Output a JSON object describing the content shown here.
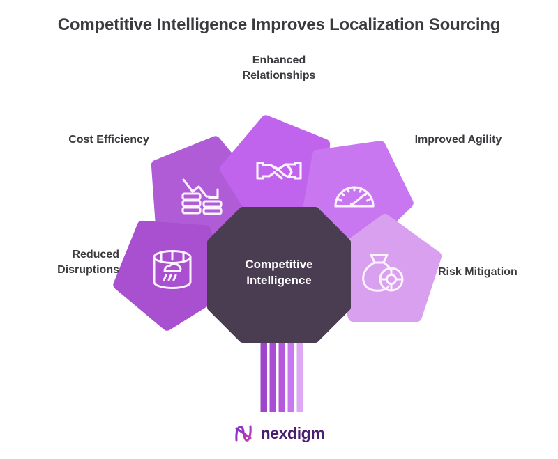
{
  "title": "Competitive Intelligence Improves Localization Sourcing",
  "center": {
    "label": "Competitive\nIntelligence",
    "shape": "octagon",
    "color": "#4a3d52",
    "text_color": "#ffffff"
  },
  "nodes": [
    {
      "id": "cost-efficiency",
      "label": "Cost Efficiency",
      "icon": "declining-cost-chart-icon",
      "color": "#b05cd6",
      "shape": "pentagon",
      "rotation_deg": -58
    },
    {
      "id": "enhanced-relationships",
      "label": "Enhanced\nRelationships",
      "icon": "handshake-icon",
      "color": "#c064ee",
      "shape": "pentagon",
      "rotation_deg": -14
    },
    {
      "id": "improved-agility",
      "label": "Improved Agility",
      "icon": "speedometer-icon",
      "color": "#c877f0",
      "shape": "pentagon",
      "rotation_deg": 28
    },
    {
      "id": "reduced-disruptions",
      "label": "Reduced\nDisruptions",
      "icon": "storm-barrel-icon",
      "color": "#a850cf",
      "shape": "pentagon",
      "rotation_deg": -104
    },
    {
      "id": "risk-mitigation",
      "label": "Risk Mitigation",
      "icon": "money-bag-lifebuoy-icon",
      "color": "#d9a0f0",
      "shape": "pentagon",
      "rotation_deg": 72
    }
  ],
  "stem": {
    "bar_colors": [
      "#9e45c9",
      "#a94ed4",
      "#b558de",
      "#c979f0",
      "#dda8f4"
    ]
  },
  "brand": {
    "name": "nexdigm",
    "mark": "nexdigm-n-logo-icon",
    "color": "#4b1f6f",
    "mark_gradient": [
      "#7b2fd0",
      "#c93bb0"
    ]
  },
  "background": "#ffffff"
}
